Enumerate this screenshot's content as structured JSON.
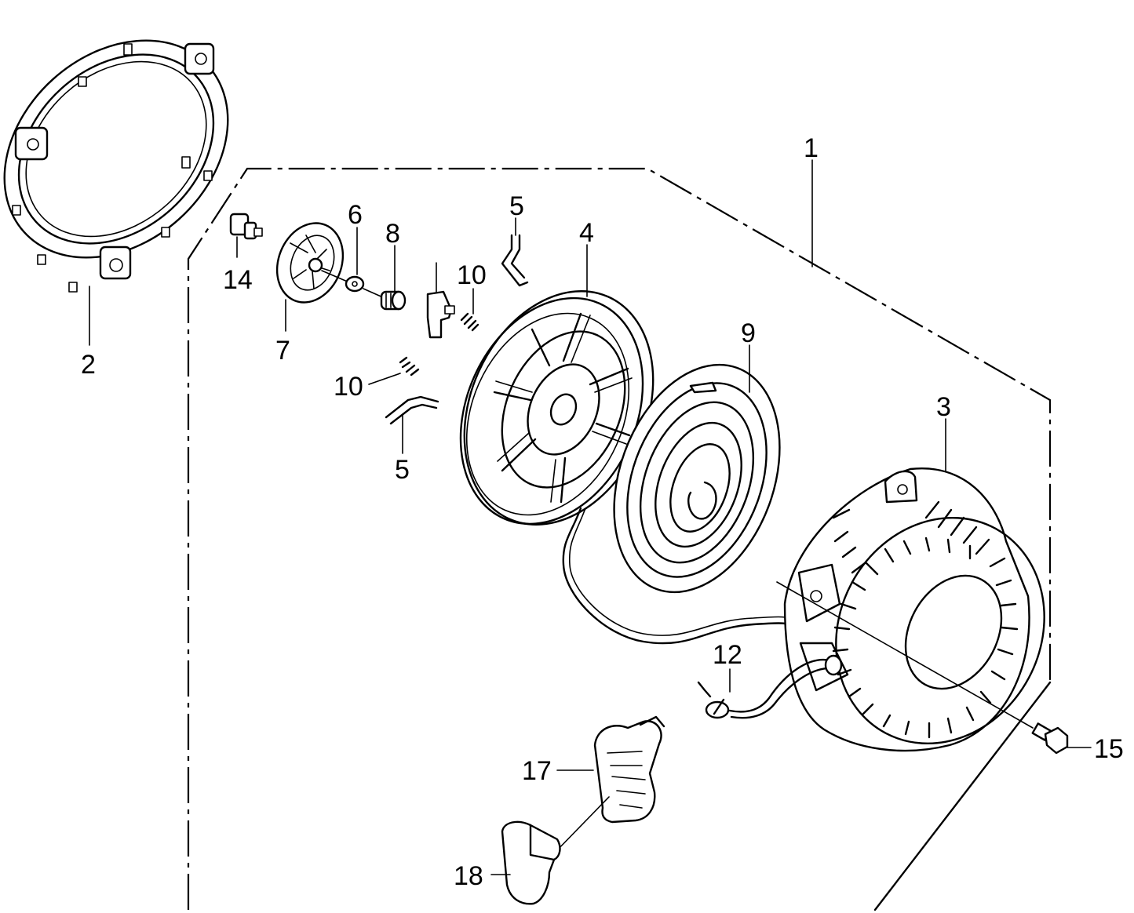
{
  "callouts": {
    "1": "1",
    "2": "2",
    "3": "3",
    "4": "4",
    "5a": "5",
    "5b": "5",
    "6": "6",
    "7": "7",
    "8": "8",
    "9": "9",
    "10a": "10",
    "10b": "10",
    "12": "12",
    "14": "14",
    "15": "15",
    "17": "17",
    "18": "18"
  }
}
